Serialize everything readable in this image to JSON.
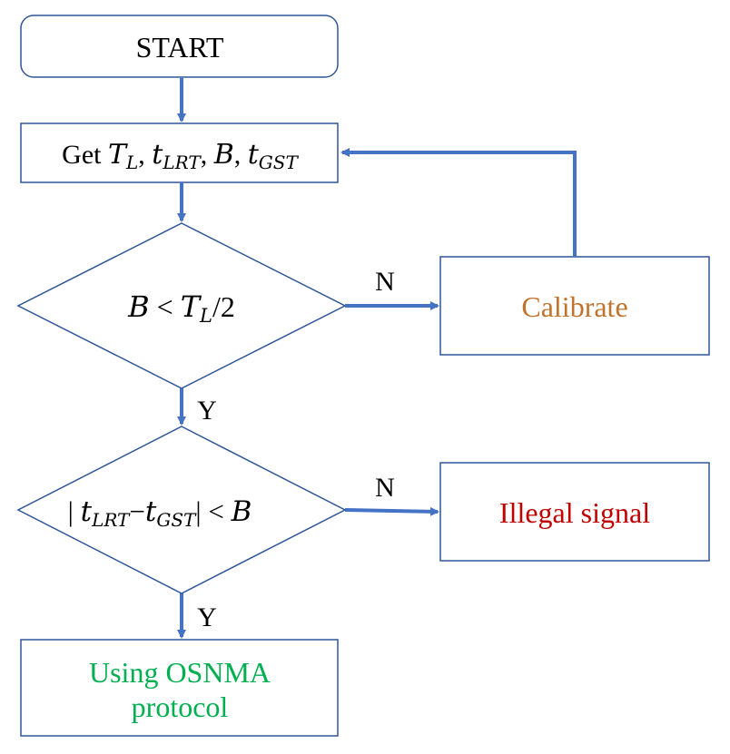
{
  "colors": {
    "box_stroke": "#2f5597",
    "arrow": "#4472c4",
    "text": "#000000",
    "calibrate_text": "#c0732c",
    "illegal_text": "#c00000",
    "osnma_text": "#00b050"
  },
  "nodes": {
    "start": {
      "label": "START"
    },
    "get_params": {
      "prefix": "Get ",
      "var_T": "T",
      "sub_L": "L",
      "sep1": ", ",
      "var_t1": "t",
      "sub_LRT": "LRT",
      "sep2": ", ",
      "var_B": "B",
      "sep3": ", ",
      "var_t2": "t",
      "sub_GST": "GST"
    },
    "decision1": {
      "var_B": "B",
      "op": " < ",
      "var_T": "T",
      "sub_L": "L",
      "rest": "/2"
    },
    "calibrate": {
      "label": "Calibrate"
    },
    "decision2": {
      "bar_open": "| ",
      "var_t1": "t",
      "sub_LRT": "LRT",
      "minus": "−",
      "var_t2": "t",
      "sub_GST": "GST",
      "bar_close": "|",
      "op": " < ",
      "var_B": "B"
    },
    "illegal": {
      "label": "Illegal signal"
    },
    "osnma": {
      "line1": "Using OSNMA",
      "line2": "protocol"
    }
  },
  "edges": {
    "d1_no": "N",
    "d1_yes": "Y",
    "d2_no": "N",
    "d2_yes": "Y"
  }
}
